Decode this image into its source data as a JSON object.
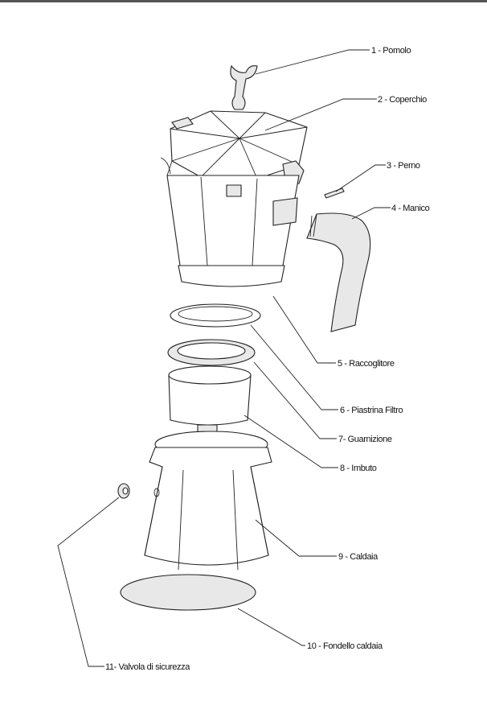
{
  "title": "Moka pot exploded parts diagram",
  "parts": [
    {
      "label": "1 - Pomolo"
    },
    {
      "label": "2 - Coperchio"
    },
    {
      "label": "3 - Perno"
    },
    {
      "label": "4 - Manico"
    },
    {
      "label": "5 - Raccoglitore"
    },
    {
      "label": "6 - Piastrina Filtro"
    },
    {
      "label": "7- Guarnizione"
    },
    {
      "label": "8 - Imbuto"
    },
    {
      "label": "9 - Caldaia"
    },
    {
      "label": "10 - Fondello caldaia"
    },
    {
      "label": "11- Valvola di sicurezza"
    }
  ]
}
